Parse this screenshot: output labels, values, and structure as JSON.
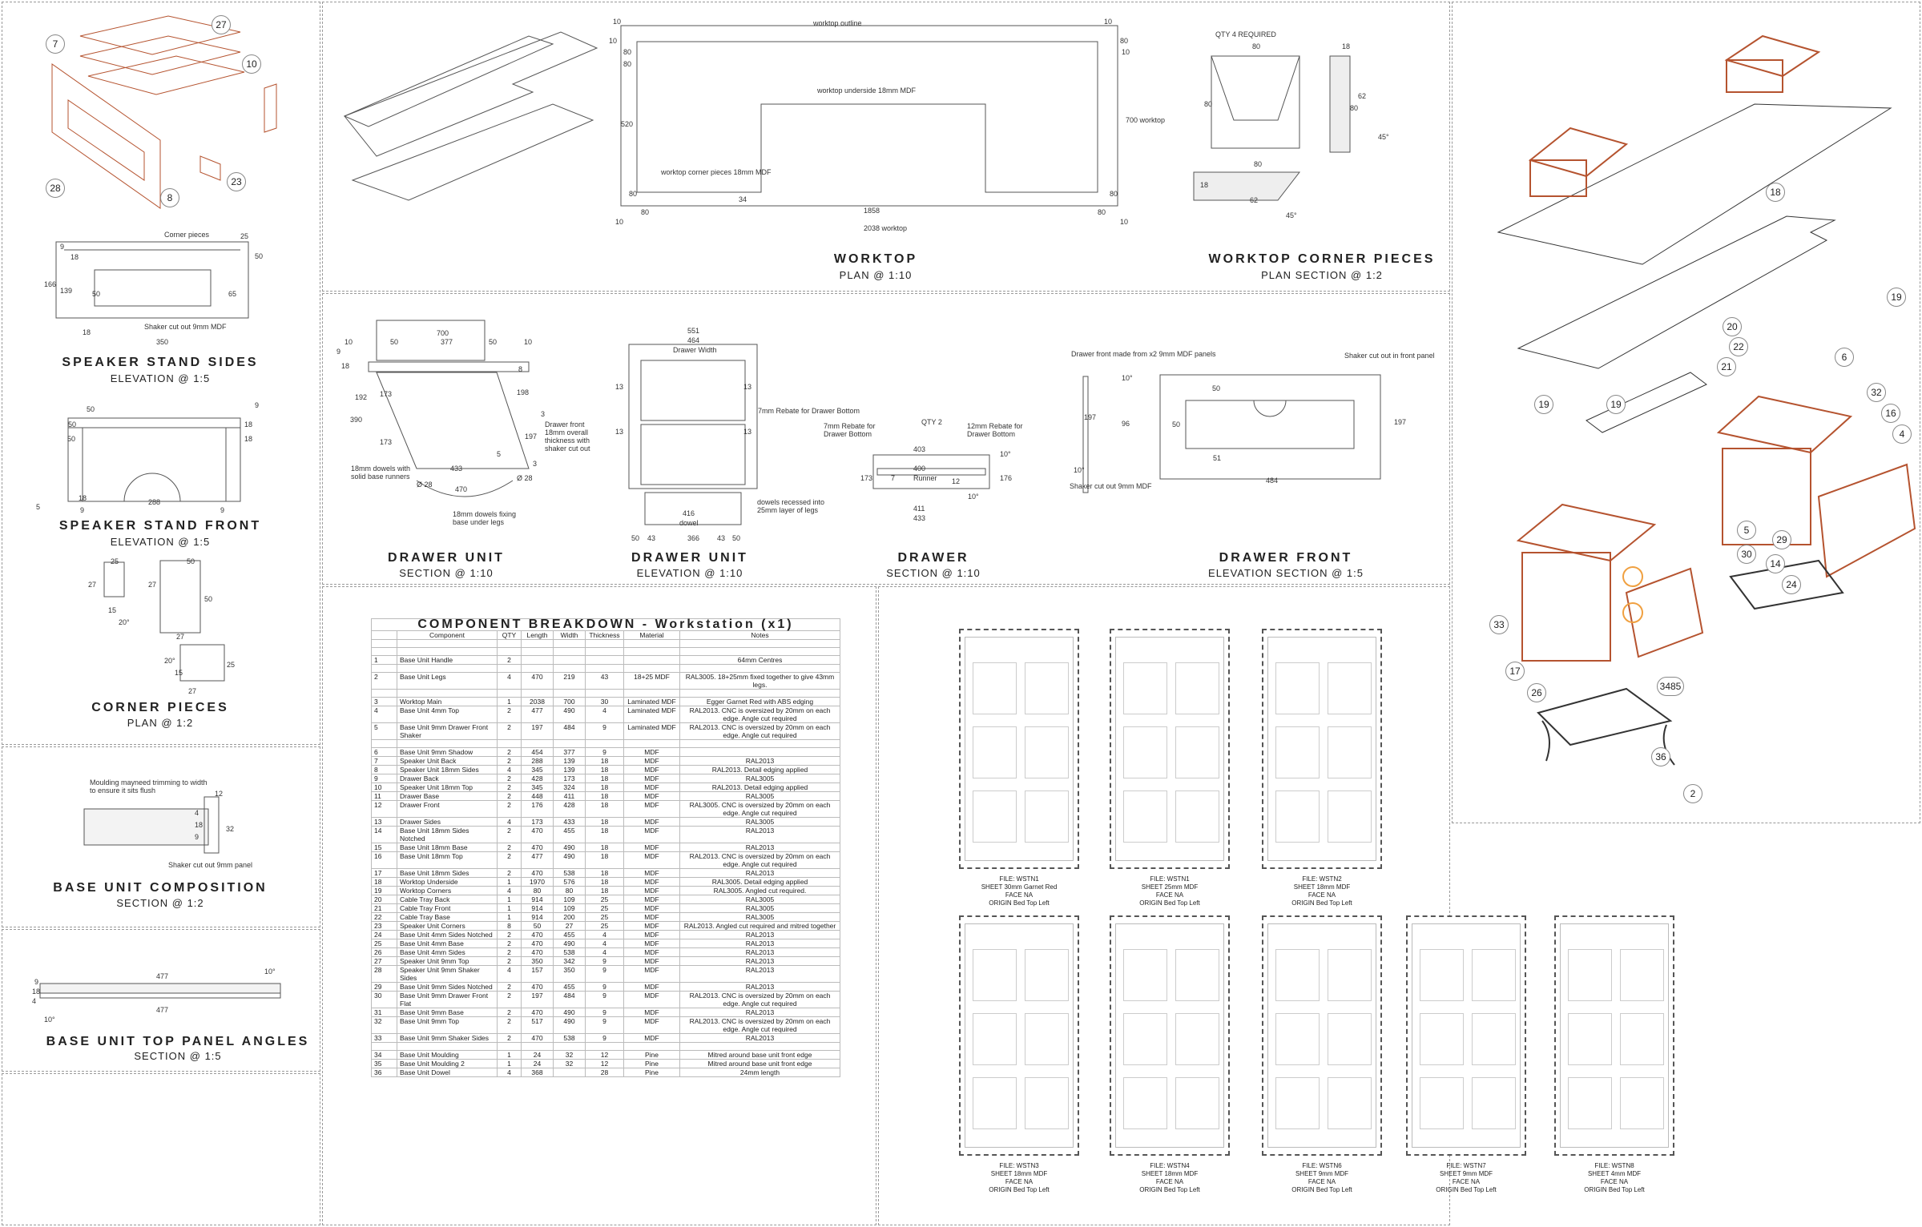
{
  "views": {
    "speaker_sides": {
      "title": "SPEAKER STAND SIDES",
      "scale": "ELEVATION @ 1:5",
      "dims": [
        "Corner pieces",
        "25",
        "9",
        "18",
        "50",
        "166",
        "139",
        "50",
        "65",
        "Shaker cut out 9mm MDF",
        "18",
        "350"
      ]
    },
    "speaker_front": {
      "title": "SPEAKER STAND FRONT",
      "scale": "ELEVATION @ 1:5",
      "dims": [
        "50",
        "9",
        "50",
        "18",
        "50",
        "18",
        "288",
        "18",
        "9",
        "9",
        "5"
      ]
    },
    "corner_pieces": {
      "title": "CORNER PIECES",
      "scale": "PLAN @ 1:2",
      "dims": [
        "25",
        "27",
        "15",
        "20°",
        "50",
        "27",
        "50",
        "27",
        "20°",
        "15",
        "25",
        "27"
      ]
    },
    "base_composition": {
      "title": "BASE UNIT COMPOSITION",
      "scale": "SECTION @ 1:2",
      "dims": [
        "Moulding mayneed trimming to width to ensure it sits flush",
        "12",
        "4",
        "18",
        "9",
        "32",
        "Shaker cut out 9mm panel"
      ]
    },
    "top_panel_angles": {
      "title": "BASE UNIT TOP PANEL ANGLES",
      "scale": "SECTION @ 1:5",
      "dims": [
        "477",
        "10°",
        "9",
        "18",
        "4",
        "477",
        "10°"
      ]
    },
    "worktop": {
      "title": "WORKTOP",
      "scale": "PLAN @ 1:10",
      "dims": [
        "10",
        "worktop outline",
        "10",
        "10",
        "80",
        "80",
        "10",
        "80",
        "worktop underside 18mm MDF",
        "520",
        "700 worktop",
        "worktop corner pieces 18mm MDF",
        "80",
        "34",
        "80",
        "10",
        "80",
        "1858",
        "80",
        "10",
        "2038 worktop"
      ]
    },
    "worktop_corners": {
      "title": "WORKTOP CORNER PIECES",
      "scale": "PLAN SECTION @ 1:2",
      "dims": [
        "QTY 4 REQUIRED",
        "80",
        "18",
        "80",
        "62",
        "80",
        "45°",
        "80",
        "18",
        "62",
        "45°"
      ]
    },
    "drawer_unit_section": {
      "title": "DRAWER UNIT",
      "scale": "SECTION @ 1:10",
      "dims": [
        "700",
        "10",
        "50",
        "377",
        "50",
        "10",
        "9",
        "18",
        "8",
        "192",
        "173",
        "198",
        "390",
        "173",
        "3",
        "197",
        "5",
        "433",
        "3",
        "Drawer front 18mm overall thickness with shaker cut out",
        "18mm dowels with solid base runners",
        "Ø 28",
        "470",
        "Ø 28",
        "18mm dowels fixing base under legs"
      ]
    },
    "drawer_unit_elevation": {
      "title": "DRAWER UNIT",
      "scale": "ELEVATION @ 1:10",
      "dims": [
        "551",
        "464",
        "Drawer Width",
        "13",
        "13",
        "13",
        "13",
        "7mm Rebate for Drawer Bottom",
        "416",
        "dowel",
        "50",
        "43",
        "366",
        "43",
        "50",
        "dowels recessed into 25mm layer of legs"
      ]
    },
    "drawer_section": {
      "title": "DRAWER",
      "scale": "SECTION @ 1:10",
      "dims": [
        "QTY 2",
        "7mm Rebate for Drawer Bottom",
        "12mm Rebate for Drawer Bottom",
        "403",
        "400",
        "Runner",
        "173",
        "7",
        "12",
        "176",
        "10°",
        "10°",
        "411",
        "433"
      ]
    },
    "drawer_front": {
      "title": "DRAWER FRONT",
      "scale": "ELEVATION SECTION @ 1:5",
      "dims": [
        "Drawer front made from x2 9mm MDF panels",
        "10°",
        "Shaker cut out in front panel",
        "50",
        "197",
        "96",
        "50",
        "197",
        "10°",
        "51",
        "Shaker cut out 9mm MDF",
        "484"
      ]
    }
  },
  "table": {
    "title": "COMPONENT BREAKDOWN - Workstation (x1)",
    "headers": [
      "",
      "Component",
      "QTY",
      "Length",
      "Width",
      "Thickness",
      "Material",
      "Notes"
    ],
    "rows": [
      [],
      [],
      [
        "1",
        "Base Unit Handle",
        "2",
        "",
        "",
        "",
        "",
        "64mm Centres"
      ],
      [],
      [
        "2",
        "Base Unit Legs",
        "4",
        "470",
        "219",
        "43",
        "18+25 MDF",
        "RAL3005. 18+25mm fixed together to give 43mm legs."
      ],
      [],
      [
        "3",
        "Worktop Main",
        "1",
        "2038",
        "700",
        "30",
        "Laminated MDF",
        "Egger Garnet Red with ABS edging"
      ],
      [
        "4",
        "Base Unit 4mm Top",
        "2",
        "477",
        "490",
        "4",
        "Laminated MDF",
        "RAL2013. CNC is oversized by 20mm on each edge. Angle cut required"
      ],
      [
        "5",
        "Base Unit 9mm Drawer Front Shaker",
        "2",
        "197",
        "484",
        "9",
        "Laminated MDF",
        "RAL2013. CNC is oversized by 20mm on each edge. Angle cut required"
      ],
      [],
      [
        "6",
        "Base Unit 9mm Shadow",
        "2",
        "454",
        "377",
        "9",
        "MDF",
        ""
      ],
      [
        "7",
        "Speaker Unit Back",
        "2",
        "288",
        "139",
        "18",
        "MDF",
        "RAL2013"
      ],
      [
        "8",
        "Speaker Unit 18mm Sides",
        "4",
        "345",
        "139",
        "18",
        "MDF",
        "RAL2013. Detail edging applied"
      ],
      [
        "9",
        "Drawer Back",
        "2",
        "428",
        "173",
        "18",
        "MDF",
        "RAL3005"
      ],
      [
        "10",
        "Speaker Unit 18mm Top",
        "2",
        "345",
        "324",
        "18",
        "MDF",
        "RAL2013. Detail edging applied"
      ],
      [
        "11",
        "Drawer Base",
        "2",
        "448",
        "411",
        "18",
        "MDF",
        "RAL3005"
      ],
      [
        "12",
        "Drawer Front",
        "2",
        "176",
        "428",
        "18",
        "MDF",
        "RAL3005. CNC is oversized by 20mm on each edge. Angle cut required"
      ],
      [
        "13",
        "Drawer Sides",
        "4",
        "173",
        "433",
        "18",
        "MDF",
        "RAL3005"
      ],
      [
        "14",
        "Base Unit 18mm Sides Notched",
        "2",
        "470",
        "455",
        "18",
        "MDF",
        "RAL2013"
      ],
      [
        "15",
        "Base Unit 18mm Base",
        "2",
        "470",
        "490",
        "18",
        "MDF",
        "RAL2013"
      ],
      [
        "16",
        "Base Unit 18mm Top",
        "2",
        "477",
        "490",
        "18",
        "MDF",
        "RAL2013. CNC is oversized by 20mm on each edge. Angle cut required"
      ],
      [
        "17",
        "Base Unit 18mm Sides",
        "2",
        "470",
        "538",
        "18",
        "MDF",
        "RAL2013"
      ],
      [
        "18",
        "Worktop Underside",
        "1",
        "1970",
        "576",
        "18",
        "MDF",
        "RAL3005. Detail edging applied"
      ],
      [
        "19",
        "Worktop Corners",
        "4",
        "80",
        "80",
        "18",
        "MDF",
        "RAL3005. Angled cut required."
      ],
      [
        "20",
        "Cable Tray Back",
        "1",
        "914",
        "109",
        "25",
        "MDF",
        "RAL3005"
      ],
      [
        "21",
        "Cable Tray Front",
        "1",
        "914",
        "109",
        "25",
        "MDF",
        "RAL3005"
      ],
      [
        "22",
        "Cable Tray Base",
        "1",
        "914",
        "200",
        "25",
        "MDF",
        "RAL3005"
      ],
      [
        "23",
        "Speaker Unit Corners",
        "8",
        "50",
        "27",
        "25",
        "MDF",
        "RAL2013. Angled cut required and mitred together"
      ],
      [
        "24",
        "Base Unit 4mm Sides Notched",
        "2",
        "470",
        "455",
        "4",
        "MDF",
        "RAL2013"
      ],
      [
        "25",
        "Base Unit 4mm Base",
        "2",
        "470",
        "490",
        "4",
        "MDF",
        "RAL2013"
      ],
      [
        "26",
        "Base Unit 4mm Sides",
        "2",
        "470",
        "538",
        "4",
        "MDF",
        "RAL2013"
      ],
      [
        "27",
        "Speaker Unit 9mm Top",
        "2",
        "350",
        "342",
        "9",
        "MDF",
        "RAL2013"
      ],
      [
        "28",
        "Speaker Unit 9mm Shaker Sides",
        "4",
        "157",
        "350",
        "9",
        "MDF",
        "RAL2013"
      ],
      [
        "29",
        "Base Unit 9mm Sides Notched",
        "2",
        "470",
        "455",
        "9",
        "MDF",
        "RAL2013"
      ],
      [
        "30",
        "Base Unit 9mm Drawer Front Flat",
        "2",
        "197",
        "484",
        "9",
        "MDF",
        "RAL2013. CNC is oversized by 20mm on each edge. Angle cut required"
      ],
      [
        "31",
        "Base Unit 9mm Base",
        "2",
        "470",
        "490",
        "9",
        "MDF",
        "RAL2013"
      ],
      [
        "32",
        "Base Unit 9mm Top",
        "2",
        "517",
        "490",
        "9",
        "MDF",
        "RAL2013. CNC is oversized by 20mm on each edge. Angle cut required"
      ],
      [
        "33",
        "Base Unit 9mm Shaker Sides",
        "2",
        "470",
        "538",
        "9",
        "MDF",
        "RAL2013"
      ],
      [],
      [
        "34",
        "Base Unit Moulding",
        "1",
        "24",
        "32",
        "12",
        "Pine",
        "Mitred around base unit front edge"
      ],
      [
        "35",
        "Base Unit Moulding 2",
        "1",
        "24",
        "32",
        "12",
        "Pine",
        "Mitred around base unit front edge"
      ],
      [
        "36",
        "Base Unit Dowel",
        "4",
        "368",
        "",
        "28",
        "Pine",
        "24mm length"
      ]
    ]
  },
  "sheets": [
    {
      "file": "FILE: WSTN1",
      "sheet": "SHEET 30mm Garnet Red",
      "face": "FACE NA",
      "origin": "ORIGIN Bed Top Left"
    },
    {
      "file": "FILE: WSTN1",
      "sheet": "SHEET 25mm MDF",
      "face": "FACE NA",
      "origin": "ORIGIN Bed Top Left"
    },
    {
      "file": "FILE: WSTN2",
      "sheet": "SHEET 18mm MDF",
      "face": "FACE NA",
      "origin": "ORIGIN Bed Top Left"
    },
    {
      "file": "FILE: WSTN3",
      "sheet": "SHEET 18mm MDF",
      "face": "FACE NA",
      "origin": "ORIGIN Bed Top Left"
    },
    {
      "file": "FILE: WSTN4",
      "sheet": "SHEET 18mm MDF",
      "face": "FACE NA",
      "origin": "ORIGIN Bed Top Left"
    },
    {
      "file": "FILE: WSTN6",
      "sheet": "SHEET 9mm MDF",
      "face": "FACE NA",
      "origin": "ORIGIN Bed Top Left"
    },
    {
      "file": "FILE: WSTN7",
      "sheet": "SHEET 9mm MDF",
      "face": "FACE NA",
      "origin": "ORIGIN Bed Top Left"
    },
    {
      "file": "FILE: WSTN8",
      "sheet": "SHEET 4mm MDF",
      "face": "FACE NA",
      "origin": "ORIGIN Bed Top Left"
    }
  ],
  "balloons": {
    "speaker": [
      "27",
      "7",
      "10",
      "28",
      "8",
      "23"
    ],
    "exploded": [
      "18",
      "19",
      "20",
      "22",
      "21",
      "6",
      "19",
      "19",
      "32",
      "16",
      "4",
      "30",
      "5",
      "29",
      "14",
      "24",
      "33",
      "17",
      "26",
      "3485",
      "36",
      "2"
    ]
  },
  "colors": {
    "part_edge": "#b5532f",
    "line": "#444",
    "highlight": "#f0a040"
  }
}
